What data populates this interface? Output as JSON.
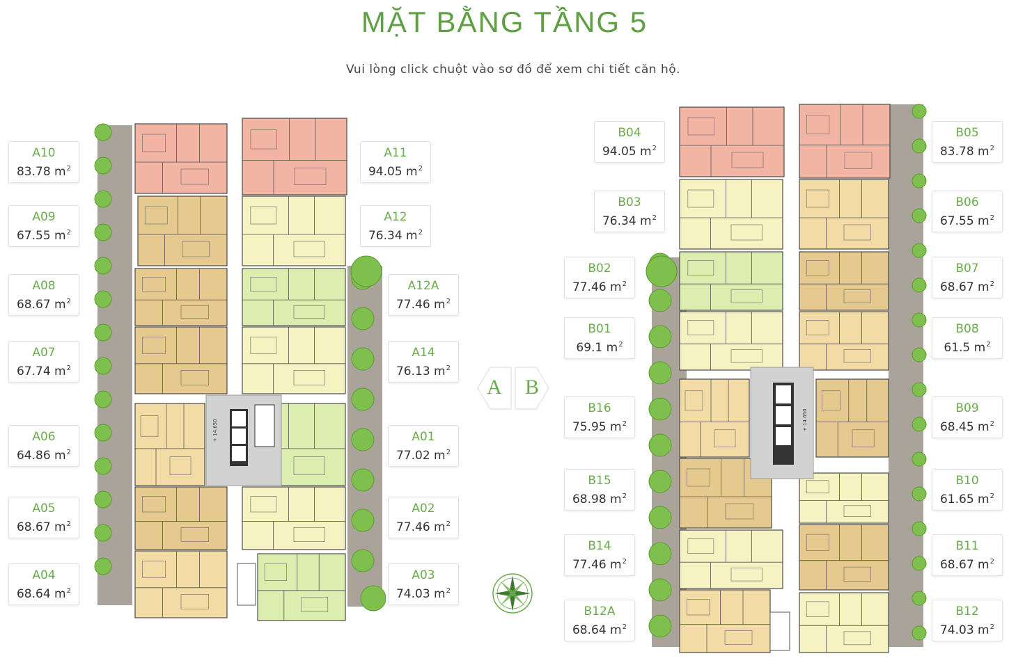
{
  "title": "MẶT BẰNG TẦNG 5",
  "subtitle": "Vui lòng click chuột vào sơ đồ để xem chi tiết căn hộ.",
  "area_unit": "m",
  "area_exp": "2",
  "nav": {
    "a": "A",
    "b": "B"
  },
  "tower_a_units": [
    {
      "code": "A10",
      "area": "83.78"
    },
    {
      "code": "A09",
      "area": "67.55"
    },
    {
      "code": "A08",
      "area": "68.67"
    },
    {
      "code": "A07",
      "area": "67.74"
    },
    {
      "code": "A06",
      "area": "64.86"
    },
    {
      "code": "A05",
      "area": "68.67"
    },
    {
      "code": "A04",
      "area": "68.64"
    },
    {
      "code": "A11",
      "area": "94.05"
    },
    {
      "code": "A12",
      "area": "76.34"
    },
    {
      "code": "A12A",
      "area": "77.46"
    },
    {
      "code": "A14",
      "area": "76.13"
    },
    {
      "code": "A01",
      "area": "77.02"
    },
    {
      "code": "A02",
      "area": "77.46"
    },
    {
      "code": "A03",
      "area": "74.03"
    }
  ],
  "tower_b_units": [
    {
      "code": "B04",
      "area": "94.05"
    },
    {
      "code": "B03",
      "area": "76.34"
    },
    {
      "code": "B02",
      "area": "77.46"
    },
    {
      "code": "B01",
      "area": "69.1"
    },
    {
      "code": "B16",
      "area": "75.95"
    },
    {
      "code": "B15",
      "area": "68.98"
    },
    {
      "code": "B14",
      "area": "77.46"
    },
    {
      "code": "B12A",
      "area": "68.64"
    },
    {
      "code": "B05",
      "area": "83.78"
    },
    {
      "code": "B06",
      "area": "67.55"
    },
    {
      "code": "B07",
      "area": "68.67"
    },
    {
      "code": "B08",
      "area": "61.5"
    },
    {
      "code": "B09",
      "area": "68.45"
    },
    {
      "code": "B10",
      "area": "61.65"
    },
    {
      "code": "B11",
      "area": "68.67"
    },
    {
      "code": "B12",
      "area": "74.03"
    }
  ],
  "plan_labels": {
    "level_a": "+ 14.650",
    "level_b": "+ 14.650"
  },
  "colors": {
    "accent": "#6aab4c",
    "pink": "#f2b5a3",
    "tan": "#e6c98e",
    "lightyellow": "#f6f2c2",
    "lightgreen": "#dbeeb0",
    "core": "#d4d4d4",
    "tree": "#7fbf4d",
    "paving": "#a9a39a"
  }
}
